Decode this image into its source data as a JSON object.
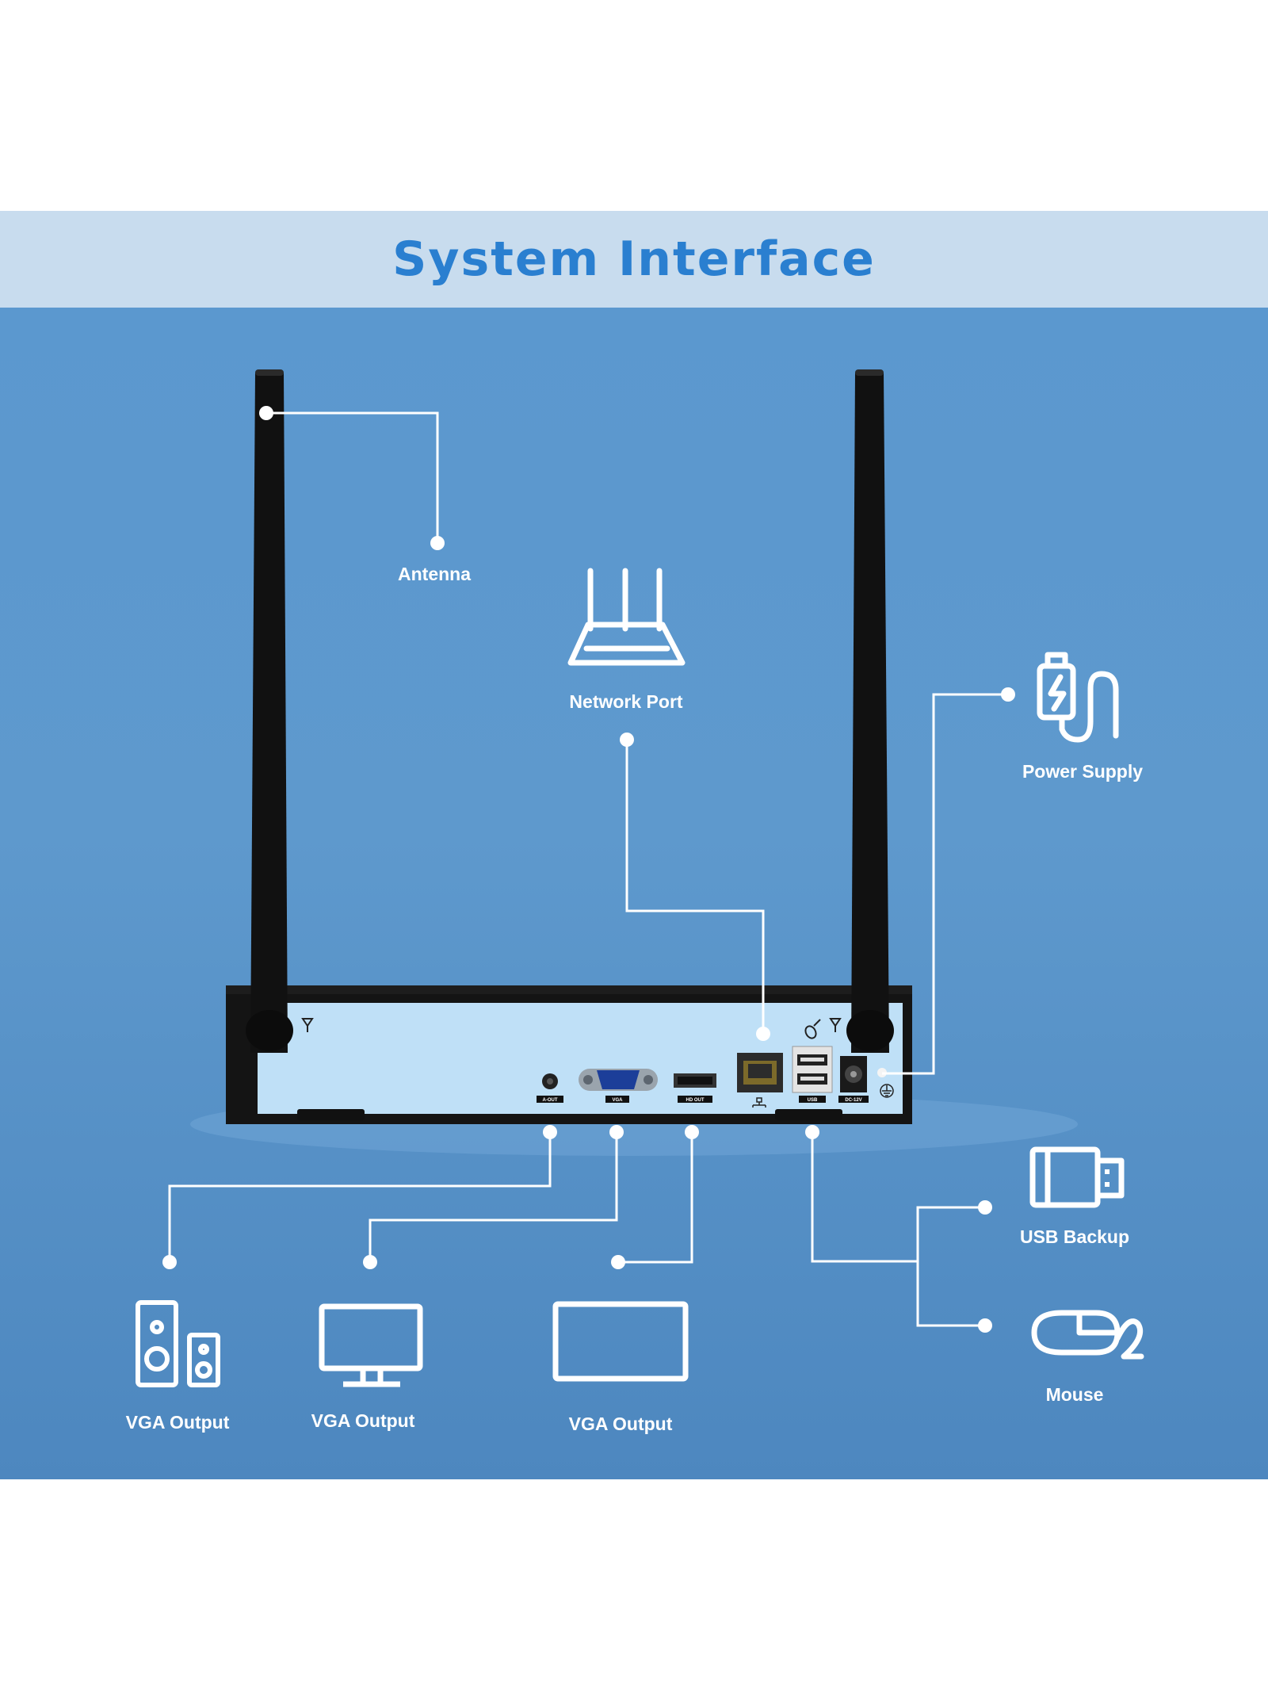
{
  "header": {
    "title": "System Interface"
  },
  "callouts": {
    "antenna": "Antenna",
    "network_port": "Network Port",
    "power_supply": "Power Supply",
    "usb_backup": "USB Backup",
    "mouse": "Mouse",
    "output_speaker": "VGA Output",
    "output_monitor": "VGA Output",
    "output_screen": "VGA Output"
  },
  "device_ports": {
    "aout": "A-OUT",
    "vga": "VGA",
    "hdout": "HD OUT",
    "usb": "USB",
    "dc": "DC-12V"
  },
  "icons": {
    "router": "router-icon",
    "charger": "charger-icon",
    "usb_drive": "usb-drive-icon",
    "mouse": "mouse-icon",
    "speaker": "speaker-icon",
    "monitor": "monitor-icon",
    "screen": "screen-icon"
  },
  "colors": {
    "title": "#2a7fd0",
    "header_band": "#c8dcee",
    "panel": "#5b98cf",
    "lines": "#ffffff",
    "device_face": "#bfe0f7",
    "device_body": "#141414"
  }
}
